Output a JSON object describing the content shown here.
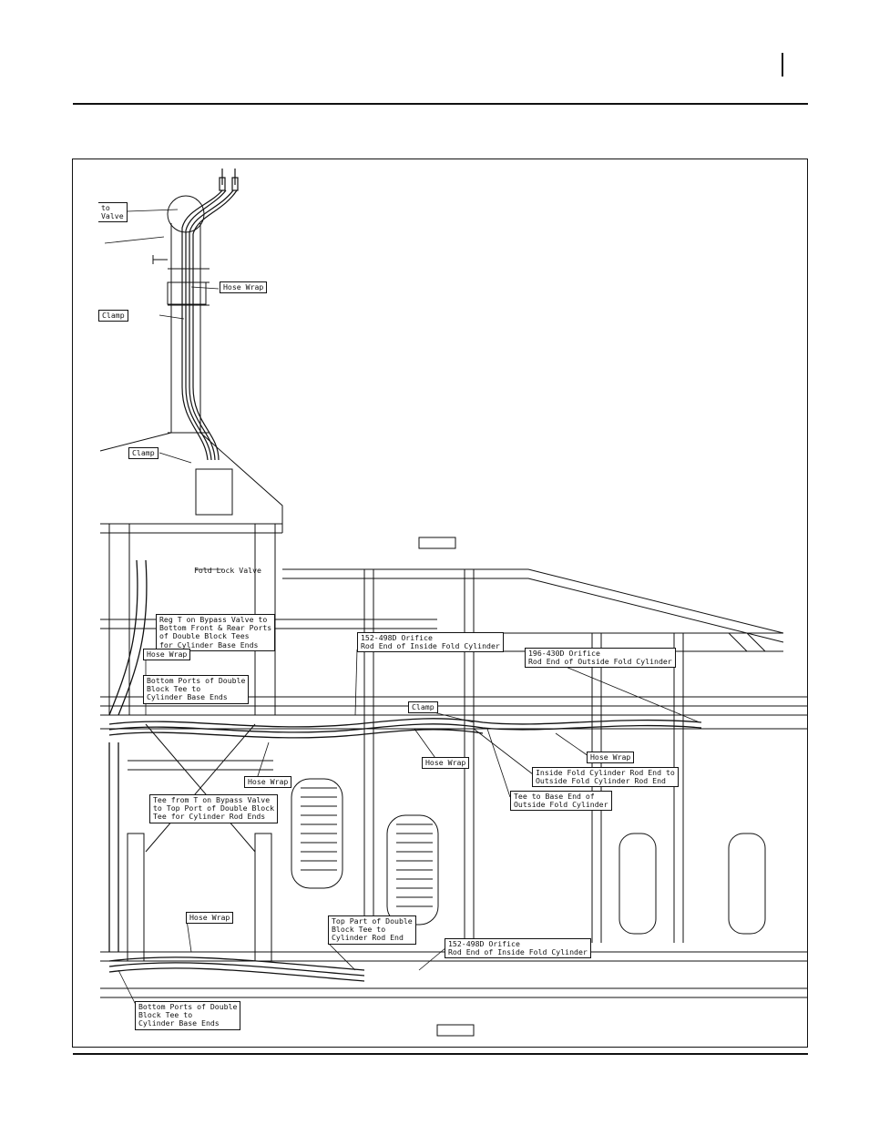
{
  "labels": {
    "to_valve": "to\nValve",
    "hose_wrap_top": "Hose Wrap",
    "clamp_upper": "Clamp",
    "clamp_lower": "Clamp",
    "fold_lock_valve": "Fold Lock Valve",
    "reg_t_bypass": "Reg T on Bypass Valve to\nBottom Front & Rear Ports\nof Double Block Tees\nfor Cylinder Base Ends",
    "orifice_152_inside_top": "152-498D Orifice\nRod End of Inside Fold Cylinder",
    "orifice_196_outside": "196-430D Orifice\nRod End of Outside Fold Cylinder",
    "hose_wrap_left_mid": "Hose Wrap",
    "bottom_ports_upper": "Bottom Ports of Double\nBlock Tee to\nCylinder Base Ends",
    "clamp_center": "Clamp",
    "hose_wrap_center": "Hose Wrap",
    "hose_wrap_right": "Hose Wrap",
    "inside_to_outside_rod": "Inside Fold Cylinder Rod End to\nOutside Fold Cylinder Rod End",
    "hose_wrap_mid2": "Hose Wrap",
    "tee_to_base_outside": "Tee to Base End of\nOutside Fold Cylinder",
    "tee_from_t_bypass": "Tee from T on Bypass Valve\nto Top Port of Double Block\nTee for Cylinder Rod Ends",
    "hose_wrap_lower": "Hose Wrap",
    "top_part_double_block": "Top Part of Double\nBlock Tee to\nCylinder Rod End",
    "orifice_152_inside_bottom": "152-498D Orifice\nRod End of Inside Fold Cylinder",
    "bottom_ports_lower": "Bottom Ports of Double\nBlock Tee to\nCylinder Base Ends"
  }
}
